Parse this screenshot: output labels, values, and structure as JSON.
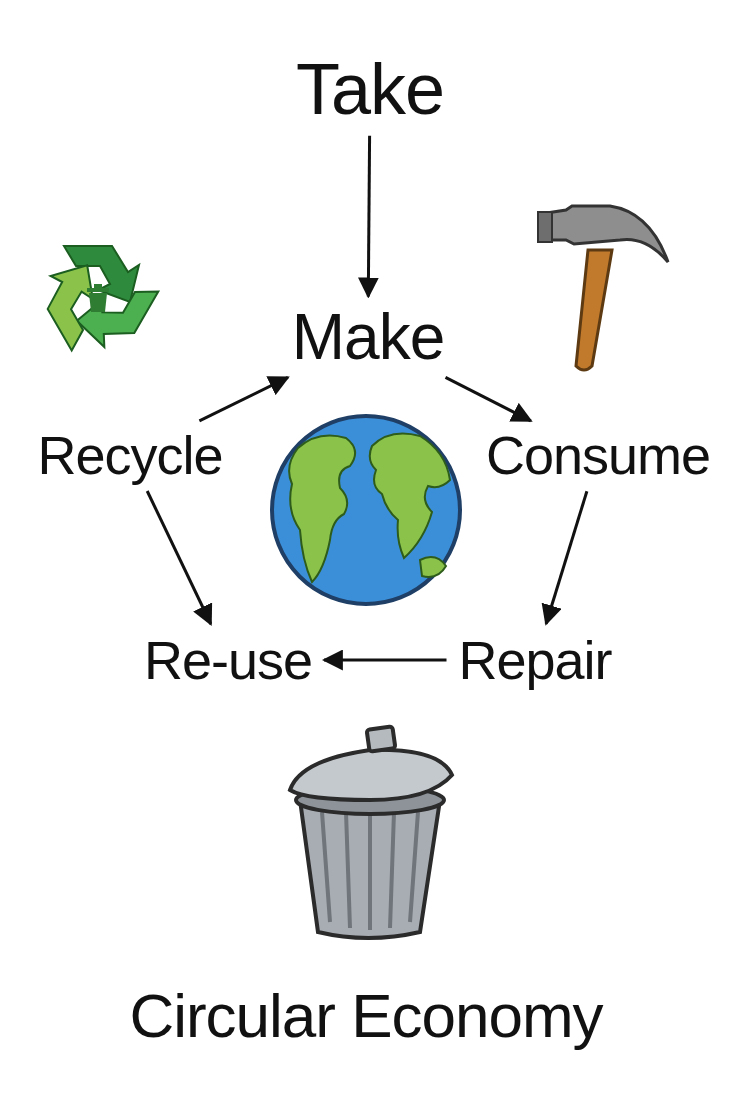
{
  "diagram": {
    "title": "Circular Economy",
    "nodes": [
      {
        "text": [
          "Take"
        ]
      },
      {
        "text": [
          "Make"
        ]
      },
      {
        "text": [
          "Recycle"
        ]
      },
      {
        "text": [
          "Consume"
        ]
      },
      {
        "text": [
          "Re-use"
        ]
      },
      {
        "text": [
          "Repair"
        ]
      }
    ],
    "edges": [
      {
        "from": 0,
        "to": 1,
        "arrow": "to"
      },
      {
        "from": 1,
        "to": 3,
        "arrow": "to"
      },
      {
        "from": 3,
        "to": 5,
        "arrow": "to"
      },
      {
        "from": 5,
        "to": 4,
        "arrow": "to"
      },
      {
        "from": 2,
        "to": 4,
        "arrow": "to"
      },
      {
        "from": 2,
        "to": 1,
        "arrow": "to"
      }
    ]
  }
}
